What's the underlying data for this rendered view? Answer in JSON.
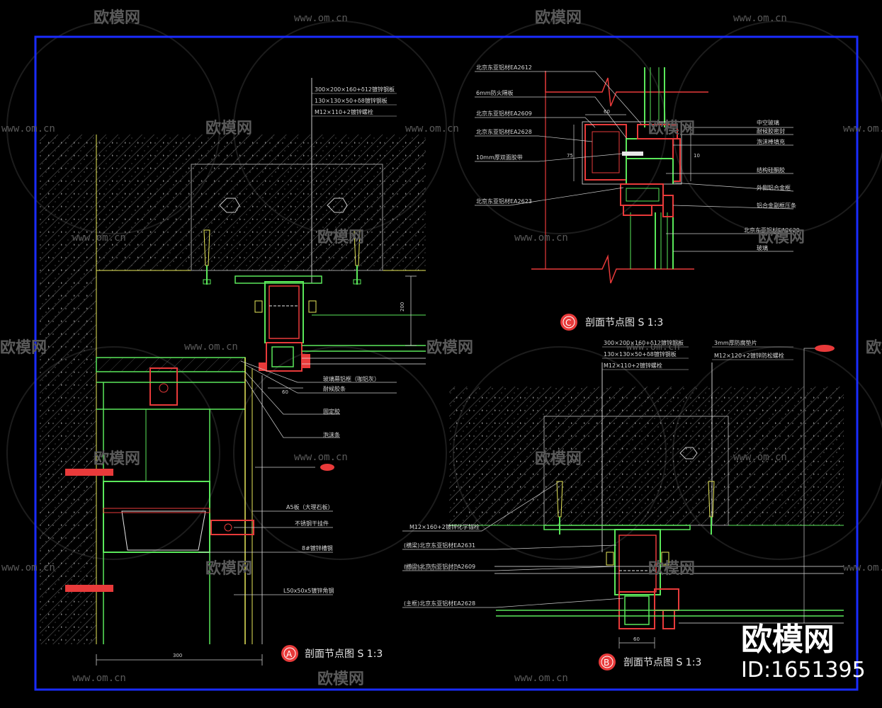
{
  "watermarks": {
    "logo_text": "欧模网",
    "url": "www.om.cn"
  },
  "branding": {
    "name": "欧模网",
    "id": "ID:1651395"
  },
  "section_titles": {
    "a": {
      "letter": "A",
      "text": "剖面节点图  S 1:3"
    },
    "b": {
      "letter": "B",
      "text": "剖面节点图  S 1:3"
    },
    "c": {
      "letter": "C",
      "text": "剖面节点图  S 1:3"
    }
  },
  "detail_a": {
    "spec_lines": [
      "300×200×160+δ12镀锌钢板",
      "130×130×50+δ8镀锌钢板",
      "M12×110+2镀锌螺栓"
    ],
    "labels": [
      "玻璃幕铝框（咖铝灰）",
      "耐候胶条",
      "固定胶",
      "泡沫条",
      "A5板（大理石板）",
      "不锈钢干挂件",
      "8#镀锌槽钢",
      "L50x50x5镀锌角钢"
    ],
    "dim_vertical": "200",
    "dim_small": "60",
    "dim_bottom": "300"
  },
  "detail_b": {
    "spec_lines": [
      "300×200×160+δ12镀锌钢板",
      "130×130×50+δ8镀锌钢板",
      "M12×110+2镀锌螺栓"
    ],
    "spec_right": [
      "3mm厚防腐垫片",
      "M12×120+2镀锌防松螺栓"
    ],
    "labels": [
      "M12×160+2镀锌化学锚栓",
      "(横梁)北京东亚铝材EA2631",
      "(横梁)北京东亚铝材EA2609",
      "(主框)北京东亚铝材EA2628"
    ],
    "dim_bottom": "60"
  },
  "detail_c": {
    "labels_left": [
      "北京东亚铝材EA2612",
      "6mm防火隔板",
      "北京东亚铝材EA2609",
      "北京东亚铝材EA2628",
      "10mm厚双面胶带",
      "北京东亚铝材EA2623"
    ],
    "labels_right": [
      "中空玻璃",
      "耐候胶密封",
      "泡沫棒填充",
      "结构硅酮胶",
      "外侧铝合金框",
      "铝合金副框压条",
      "北京东亚铝材EA2629",
      "玻璃"
    ],
    "dim_left": "75",
    "dim_right": "10",
    "dim_top": "60"
  }
}
